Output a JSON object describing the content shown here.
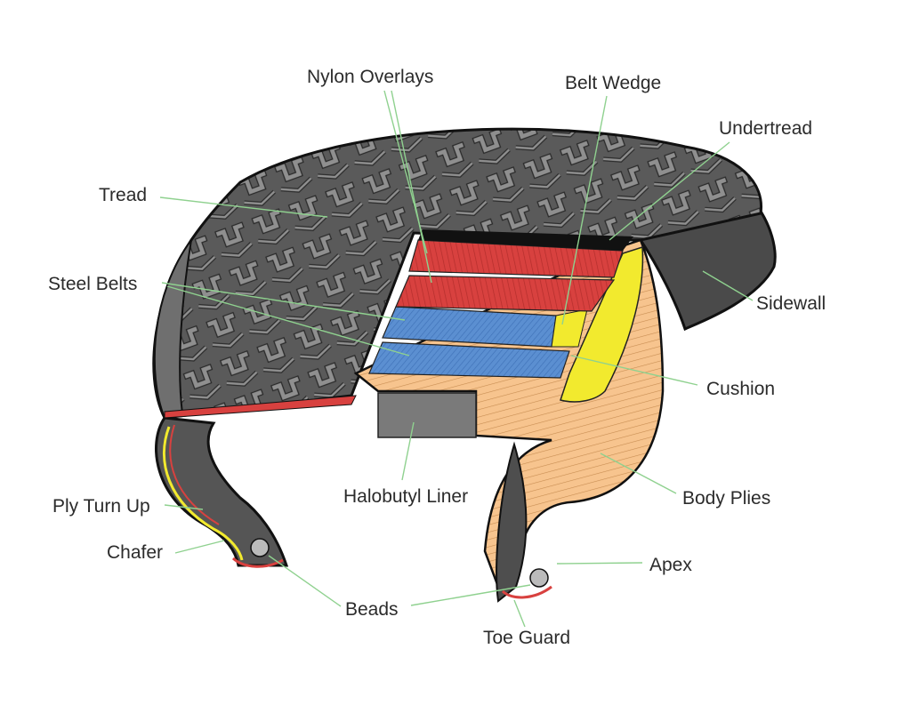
{
  "labels": {
    "nylon_overlays": "Nylon Overlays",
    "belt_wedge": "Belt Wedge",
    "undertread": "Undertread",
    "tread": "Tread",
    "steel_belts": "Steel Belts",
    "sidewall": "Sidewall",
    "cushion": "Cushion",
    "halobutyl_liner": "Halobutyl Liner",
    "body_plies": "Body Plies",
    "ply_turn_up": "Ply Turn Up",
    "chafer": "Chafer",
    "apex": "Apex",
    "beads": "Beads",
    "toe_guard": "Toe Guard"
  },
  "colors": {
    "tread_rubber": "#5a5a5a",
    "tread_groove": "#8f8f8f",
    "nylon_overlay": "#d8413f",
    "steel_belt": "#5b8fd1",
    "belt_wedge": "#f2ea2e",
    "body_plies": "#f7c48e",
    "leader_line": "#8fd18f"
  }
}
